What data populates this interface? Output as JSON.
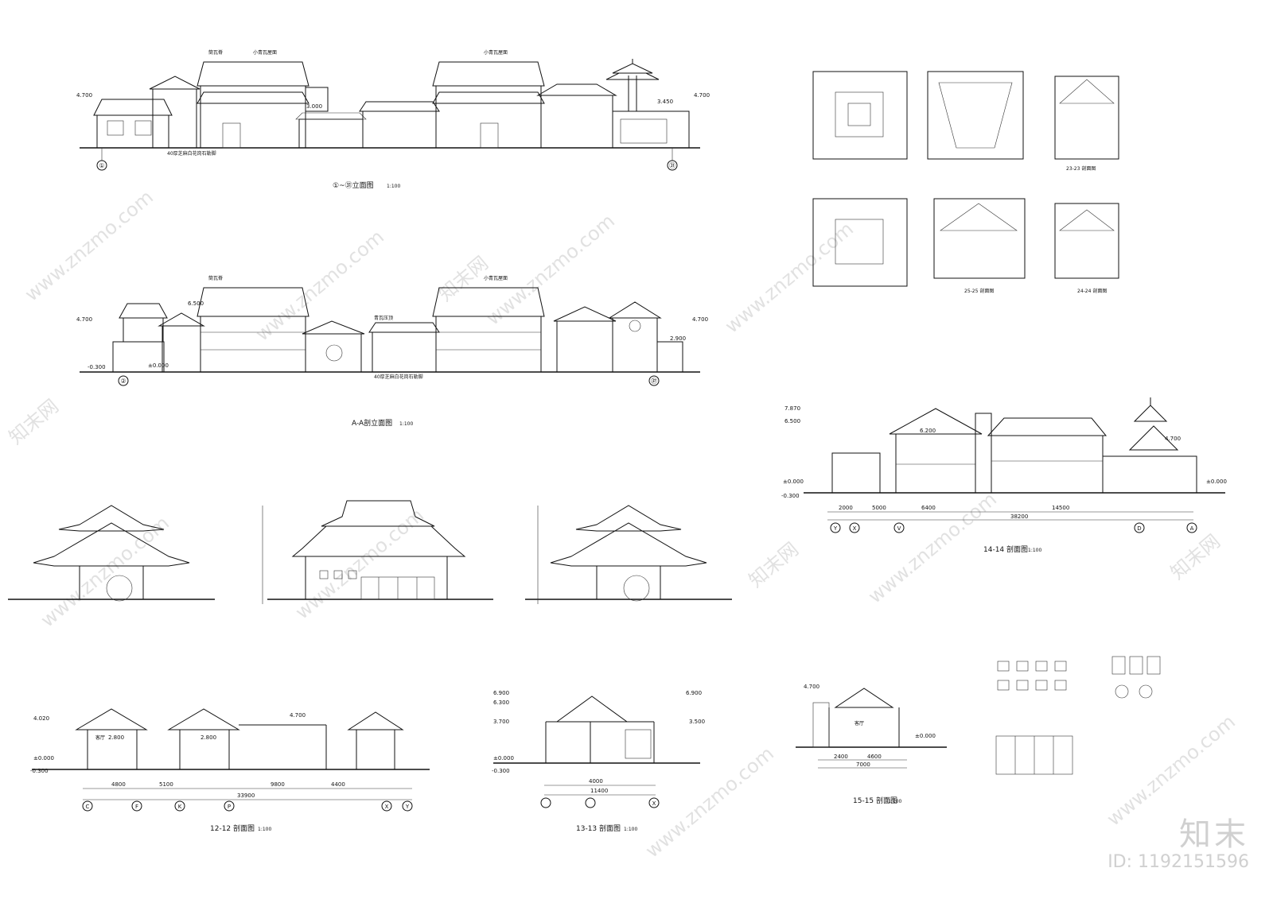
{
  "sheet": {
    "title": "Chinese courtyard architecture drawing sheet"
  },
  "drawings": {
    "elev_1_38": {
      "title": "①~㉛立面图",
      "scale": "1:100"
    },
    "section_aa": {
      "title": "A-A剖立面图",
      "scale": "1:100"
    },
    "section_14": {
      "title": "14-14 剖面图",
      "scale": "1:100"
    },
    "section_12": {
      "title": "12-12 剖面图",
      "scale": "1:100"
    },
    "section_13": {
      "title": "13-13 剖面图",
      "scale": "1:100"
    },
    "section_15": {
      "title": "15-15 剖面图",
      "scale": "1:100"
    },
    "detail_23": {
      "title": "23-23 剖面图"
    },
    "detail_25": {
      "title": "25-25 剖面图"
    },
    "detail_24": {
      "title": "24-24 剖面图"
    }
  },
  "levels": {
    "l4700": "4.700",
    "l3000": "3.000",
    "l3450": "3.450",
    "l6500": "6.500",
    "l2900": "2.900",
    "l0000": "±0.000",
    "lm300": "-0.300",
    "l7870": "7.870",
    "l6200": "6.200",
    "l4020": "4.020",
    "l2800": "2.800",
    "l6900": "6.900",
    "l6300": "6.300",
    "l3700": "3.700",
    "l3500": "3.500"
  },
  "dimensions": {
    "d33900": "33900",
    "d11400": "11400",
    "d7000": "7000",
    "d38200": "38200",
    "d4800": "4800",
    "d5100": "5100",
    "d9800": "9800",
    "d4400": "4400",
    "d14500": "14500",
    "d6400": "6400",
    "d5000": "5000",
    "d2000": "2000",
    "d4000": "4000",
    "d2400": "2400",
    "d4600": "4600"
  },
  "axes": {
    "a1": "①",
    "a38": "㉛",
    "a2": "②",
    "a37": "㊲",
    "c": "C",
    "f": "F",
    "k": "K",
    "p": "P",
    "x": "X",
    "y": "Y",
    "v": "V",
    "d": "D",
    "a": "A"
  },
  "notes": {
    "roof_a": "小青瓦屋面",
    "ridge": "筒瓦脊",
    "wall": "青瓦压顶",
    "base": "40厚芝麻白花岗石勒脚",
    "room": "客厅"
  },
  "watermark": {
    "site": "www.znzmo.com",
    "brand": "知末网"
  },
  "brand": {
    "logo": "知末",
    "id": "ID: 1192151596"
  }
}
